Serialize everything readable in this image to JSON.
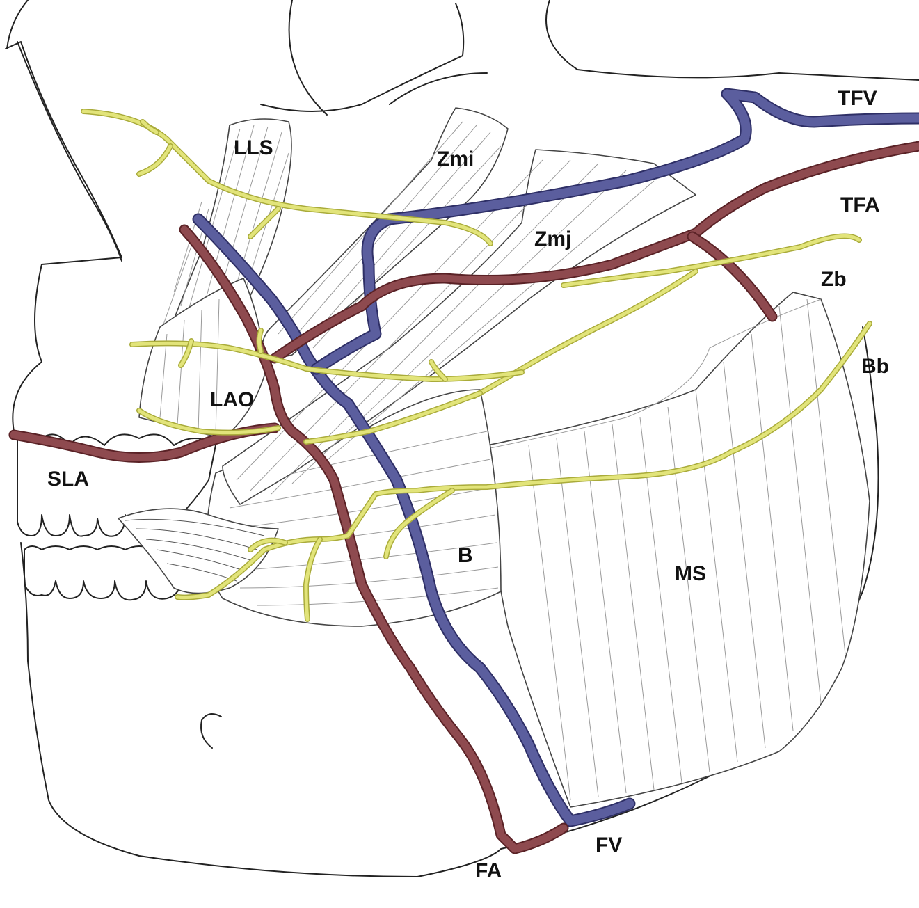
{
  "labels": {
    "lls": "LLS",
    "zmi": "Zmi",
    "zmj": "Zmj",
    "tfv": "TFV",
    "tfa": "TFA",
    "zb": "Zb",
    "bb": "Bb",
    "lao": "LAO",
    "sla": "SLA",
    "b": "B",
    "ms": "MS",
    "fa": "FA",
    "fv": "FV"
  },
  "colors": {
    "artery": "#8e4a4f",
    "artery_outline": "#5a2226",
    "vein": "#5b5e9e",
    "vein_outline": "#2e2f66",
    "nerve": "#e2e47a",
    "nerve_outline": "#a9ab3a"
  }
}
